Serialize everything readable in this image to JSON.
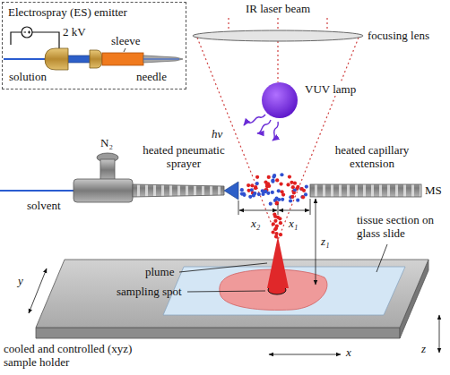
{
  "diagram": {
    "nodes": [
      {
        "text": [
          "Electrospray (ES) emitter"
        ]
      }
    ],
    "labels": [
      "2 kV",
      "sleeve",
      "solution",
      "needle",
      "IR laser beam",
      "focusing lens",
      "VUV lamp",
      "hν",
      "N₂",
      "solvent",
      "heated pneumatic sprayer",
      "heated capillary extension",
      "MS",
      "x₂",
      "x₁",
      "z₁",
      "tissue section on glass slide",
      "plume",
      "sampling spot",
      "y",
      "x",
      "z",
      "cooled and controlled (xyz) sample holder"
    ]
  }
}
